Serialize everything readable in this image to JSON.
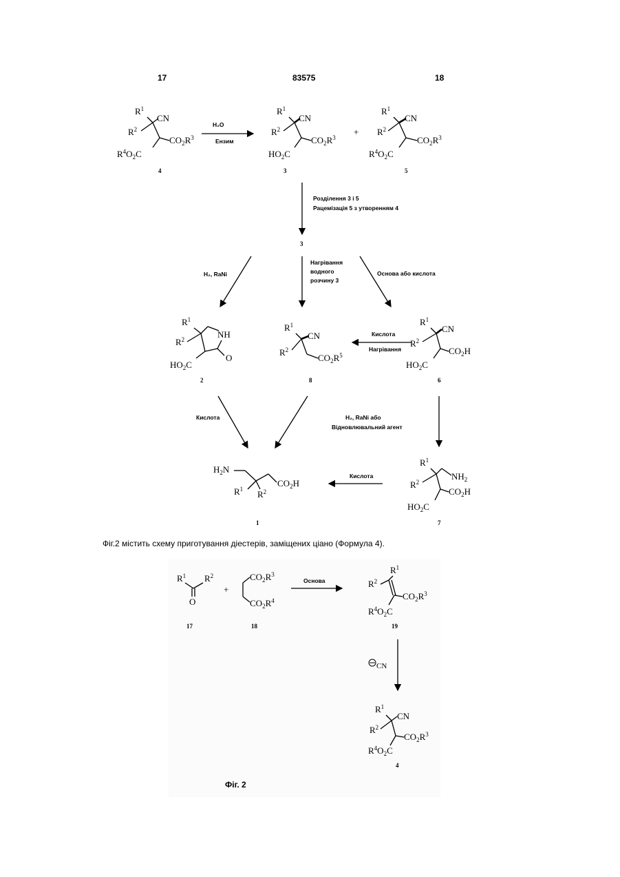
{
  "header": {
    "left": "17",
    "center": "83575",
    "right": "18"
  },
  "scheme1": {
    "reagent_hydrolysis": "H₂O",
    "reagent_enzyme": "Ензим",
    "step_separation_line1": "Розділення 3 і 5",
    "step_separation_line2": "Рацемізація 5 з утворенням 4",
    "reagent_h2_rani": "H₂, RaNi",
    "heating_line1": "Нагрівання",
    "heating_line2": "водного",
    "heating_line3": "розчину 3",
    "base_or_acid": "Основа або кислота",
    "acid": "Кислота",
    "heating": "Нагрівання",
    "h2_rani_or": "H₂, RaNi або",
    "reducing_agent": "Відновлювальний агент",
    "acid2": "Кислота",
    "acid3": "Кислота",
    "numbers": [
      "4",
      "3",
      "5",
      "3",
      "2",
      "8",
      "6",
      "1",
      "7"
    ]
  },
  "caption": "Фіг.2 містить схему приготування діестерів, заміщених ціано (Формула 4).",
  "scheme2": {
    "reagent_base": "Основа",
    "numbers": [
      "17",
      "18",
      "19",
      "4"
    ],
    "figure_label": "Фіг. 2"
  }
}
